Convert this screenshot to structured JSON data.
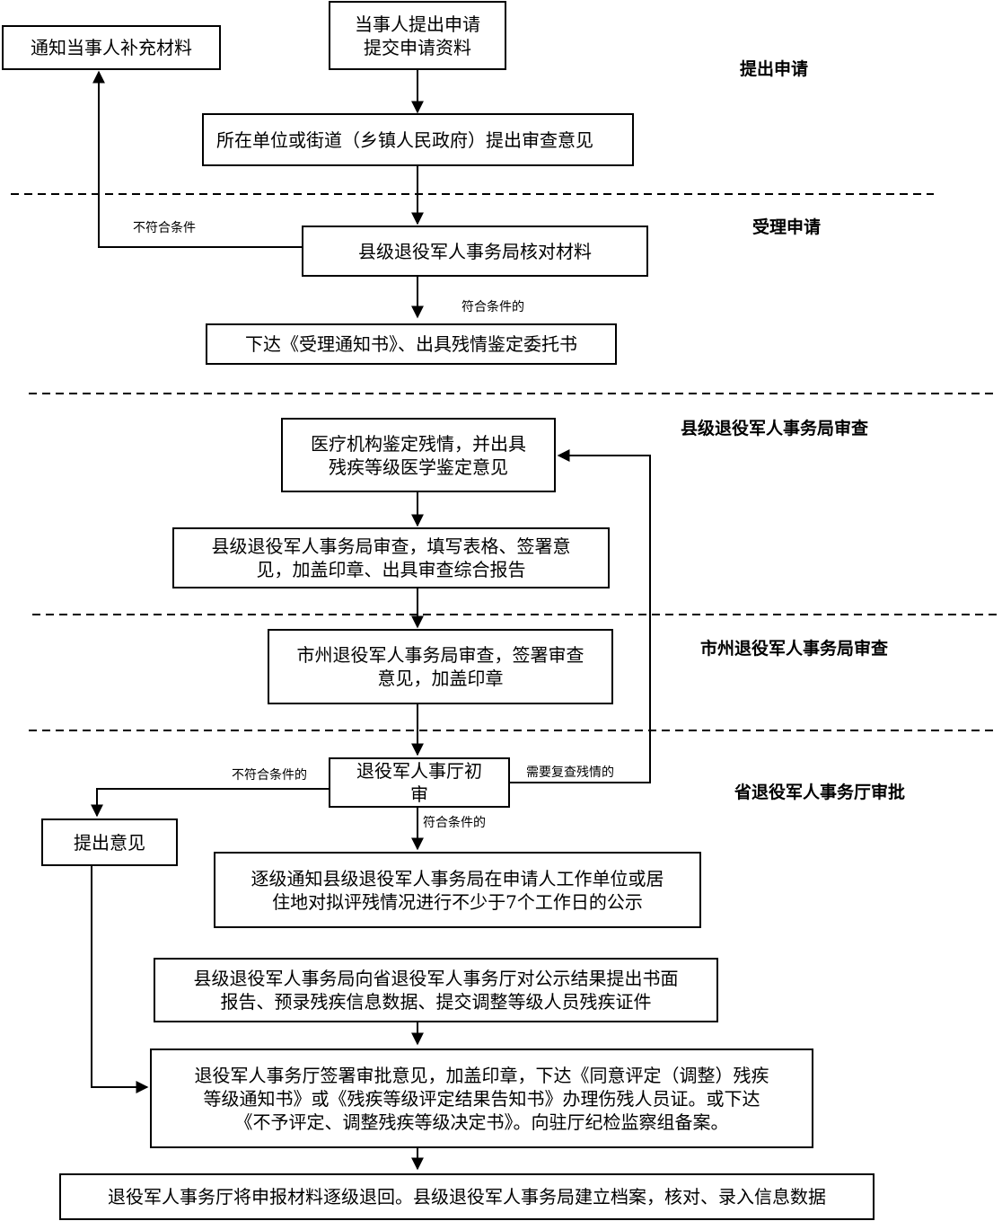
{
  "stages": {
    "apply": "提出申请",
    "accept": "受理申请",
    "county_review": "县级退役军人事务局审查",
    "city_review": "市州退役军人事务局审查",
    "province_approve": "省退役军人事务厅审批"
  },
  "boxes": {
    "submit": "当事人提出申请\n提交申请资料",
    "notify_supplement": "通知当事人补充材料",
    "unit_opinion": "所在单位或街道（乡镇人民政府）提出审查意见",
    "county_check": "县级退役军人事务局核对材料",
    "issue_notice": "下达《受理通知书》、出具残情鉴定委托书",
    "medical_assess": "医疗机构鉴定残情，并出具\n残疾等级医学鉴定意见",
    "county_audit": "县级退役军人事务局审查，填写表格、签署意\n见，加盖印章、出具审查综合报告",
    "city_audit": "市州退役军人事务局审查，签署审查\n意见，加盖印章",
    "dept_initial": "退役军人事厅初\n审",
    "give_opinion": "提出意见",
    "publicity": "逐级通知县级退役军人事务局在申请人工作单位或居\n住地对拟评残情况进行不少于7个工作日的公示",
    "report": "县级退役军人事务局向省退役军人事务厅对公示结果提出书面\n报告、预录残疾信息数据、提交调整等级人员残疾证件",
    "approve": "退役军人事务厅签署审批意见，加盖印章，下达《同意评定（调整）残疾\n等级通知书》或《残疾等级评定结果告知书》办理伤残人员证。或下达\n《不予评定、调整残疾等级决定书》。向驻厅纪检监察组备案。",
    "archive": "退役军人事务厅将申报材料逐级退回。县级退役军人事务局建立档案，核对、录入信息数据"
  },
  "edge_labels": {
    "not_qualified_1": "不符合条件",
    "qualified_1": "符合条件的",
    "not_qualified_2": "不符合条件的",
    "need_recheck": "需要复查残情的",
    "qualified_2": "符合条件的"
  }
}
